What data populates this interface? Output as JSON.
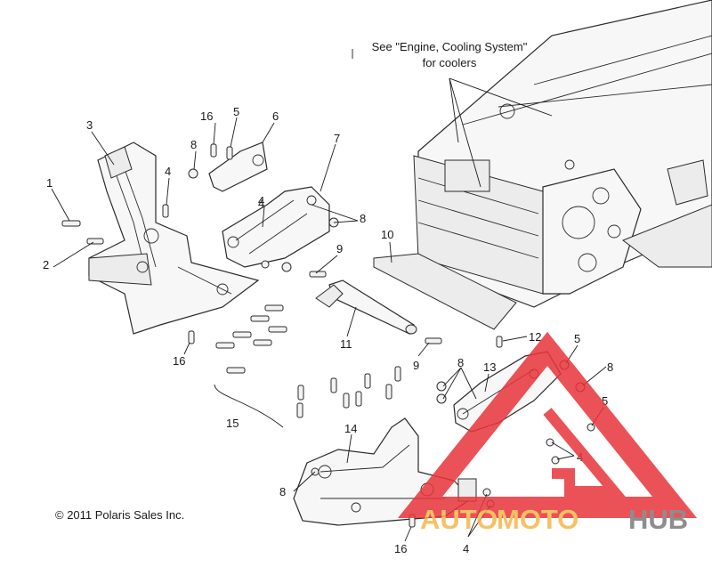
{
  "diagram": {
    "note_line1": "See \"Engine, Cooling System\"",
    "note_line2": "for coolers",
    "copyright": "© 2011 Polaris Sales Inc.",
    "watermark": {
      "auto": "AUTO",
      "moto": "MOTO",
      "hub": "HUB",
      "color_auto": "#f5b74a",
      "color_hub": "#7a7a7a",
      "color_triangle": "#e8353a"
    },
    "labels": [
      "1",
      "2",
      "3",
      "4",
      "4",
      "16",
      "5",
      "6",
      "8",
      "7",
      "4",
      "8",
      "9",
      "10",
      "11",
      "9",
      "12",
      "16",
      "15",
      "8",
      "13",
      "5",
      "8",
      "5",
      "4",
      "14",
      "8",
      "16",
      "4"
    ]
  }
}
